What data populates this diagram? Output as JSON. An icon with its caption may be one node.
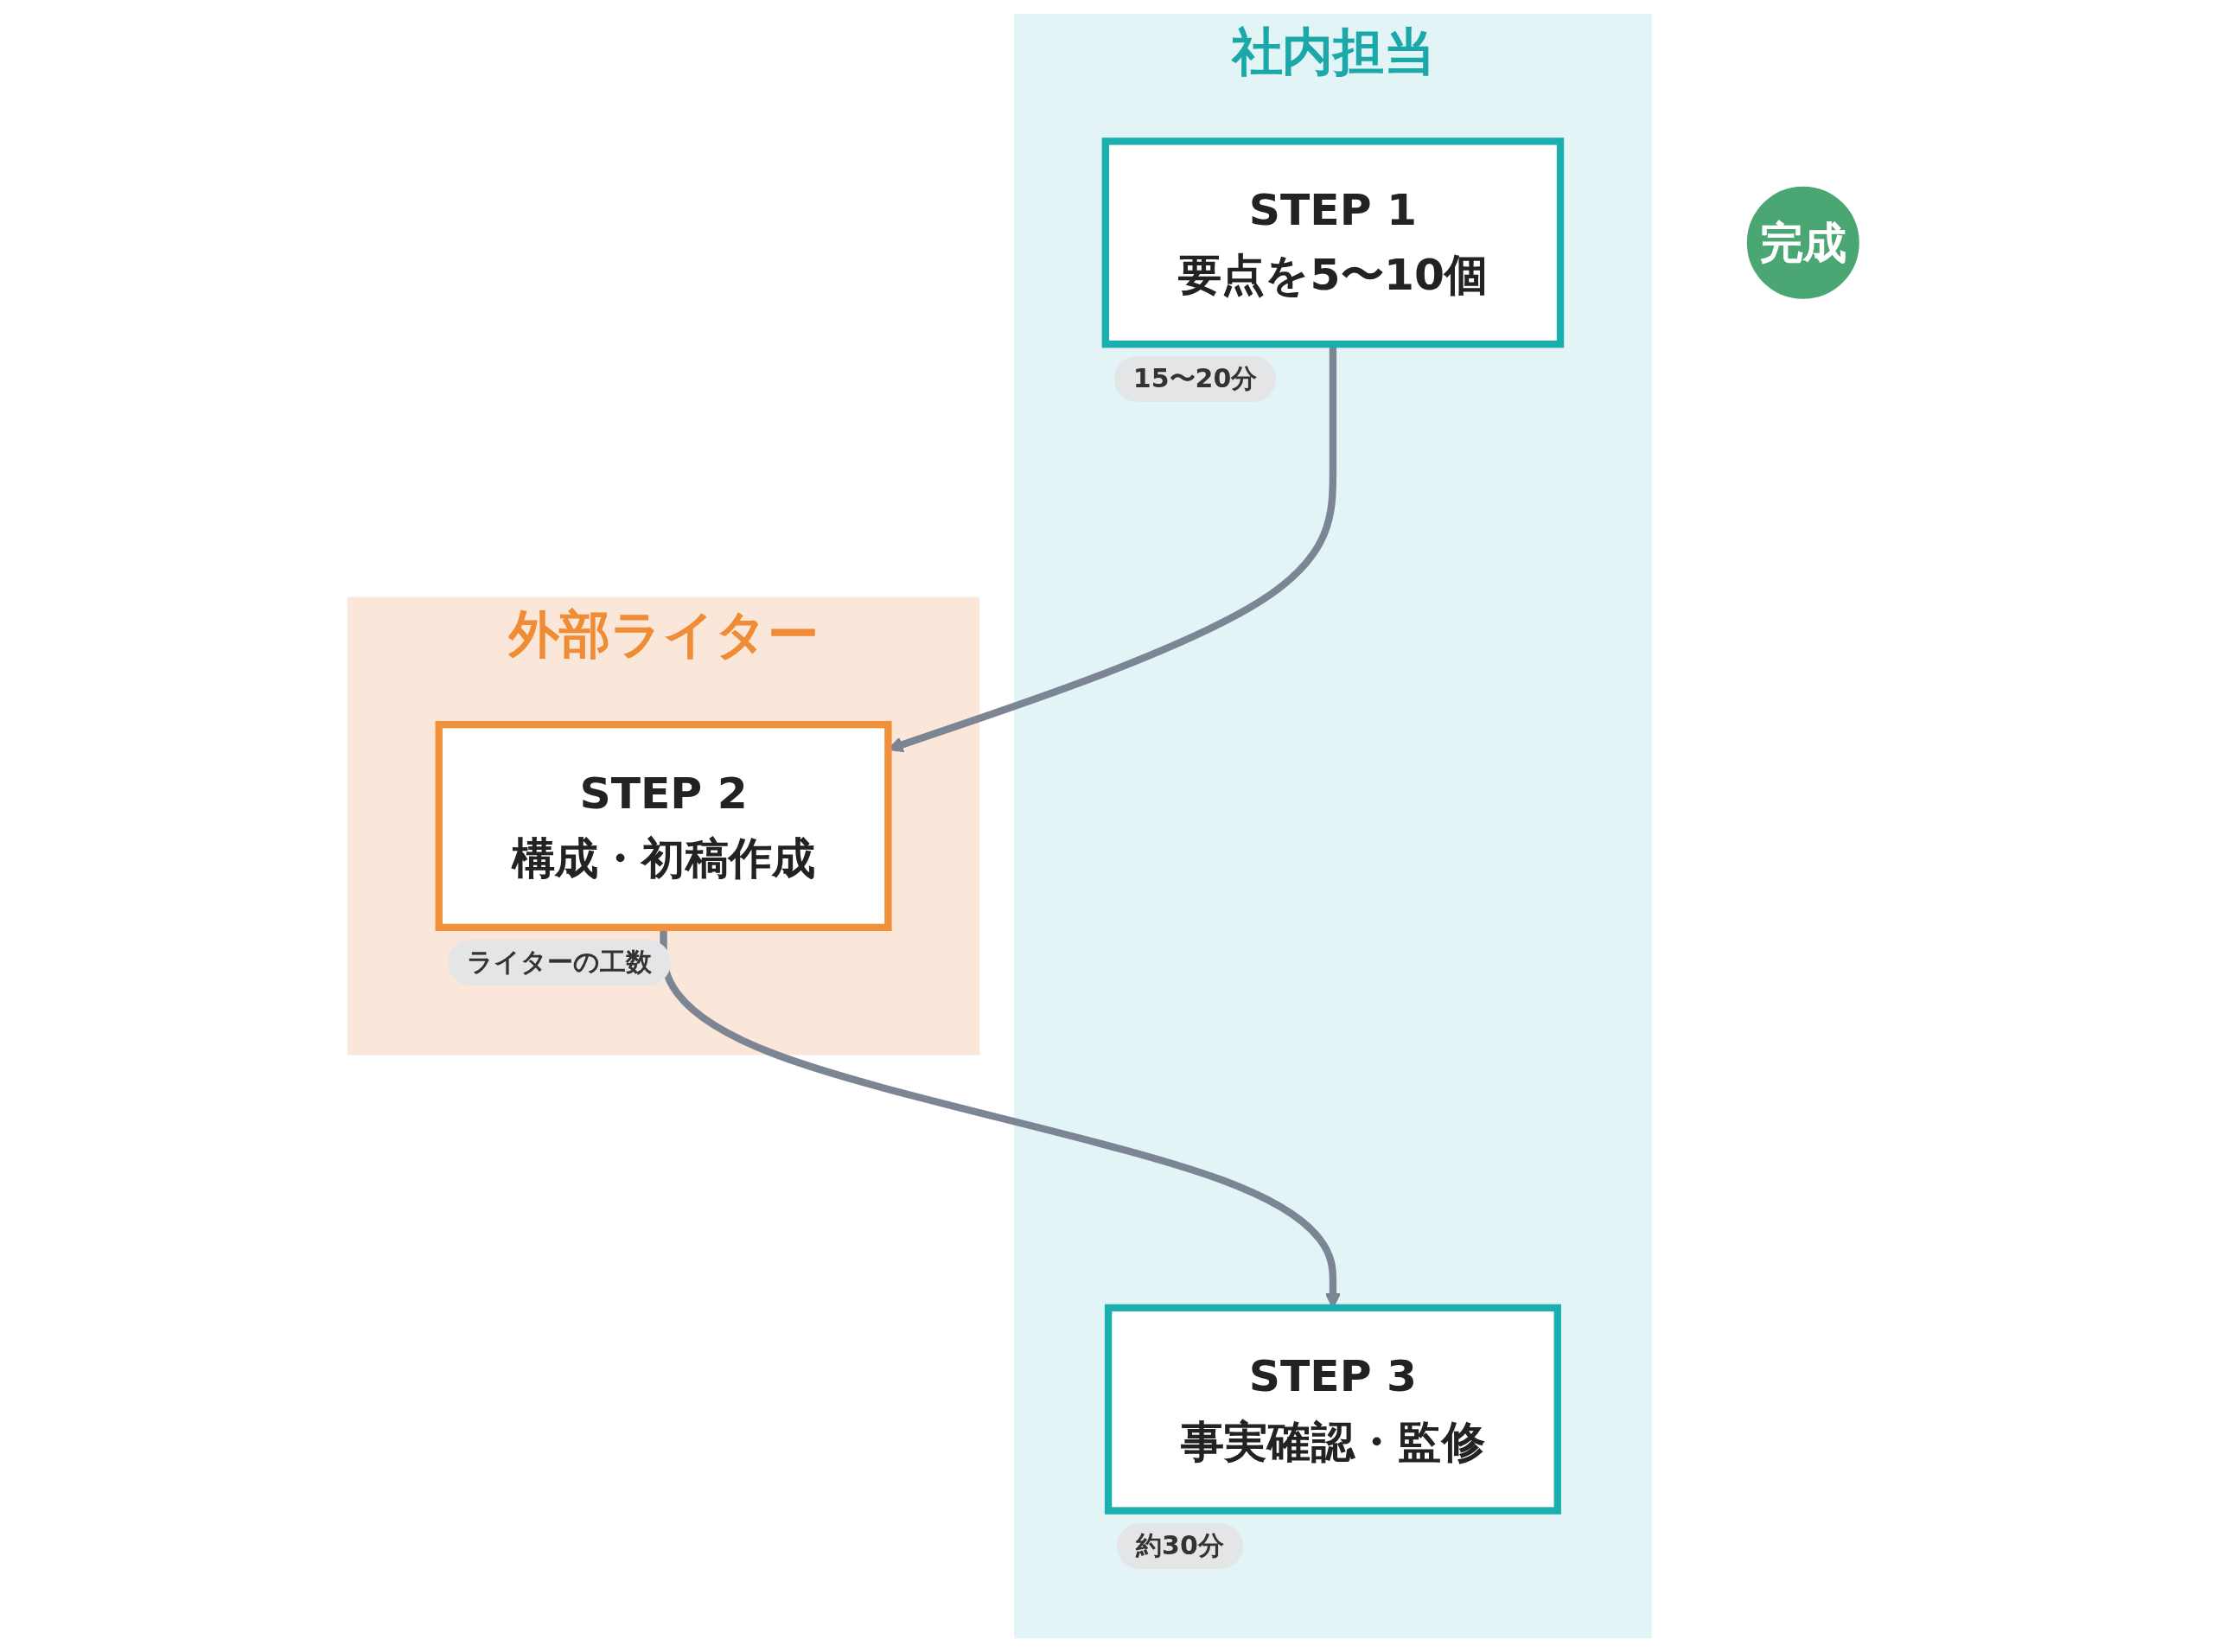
{
  "diagram": {
    "nodes": [
      {
        "text": [
          "社内担当"
        ]
      },
      {
        "text": [
          "STEP 1",
          "要点を5〜10個"
        ],
        "in": 0,
        "beside": [
          "15〜20分"
        ]
      },
      {
        "text": [
          "STEP 3",
          "事実確認・監修"
        ],
        "in": 0,
        "beside": [
          "約30分"
        ]
      },
      {
        "text": [
          "外部ライター"
        ]
      },
      {
        "text": [
          "STEP 2",
          "構成・初稿作成"
        ],
        "in": 3,
        "beside": [
          "ライターの工数"
        ]
      },
      {
        "text": [
          "完成"
        ]
      }
    ],
    "edges": [
      {
        "from": 1,
        "to": 4,
        "arrow": "to"
      },
      {
        "from": 4,
        "to": 2,
        "arrow": "to"
      }
    ]
  }
}
